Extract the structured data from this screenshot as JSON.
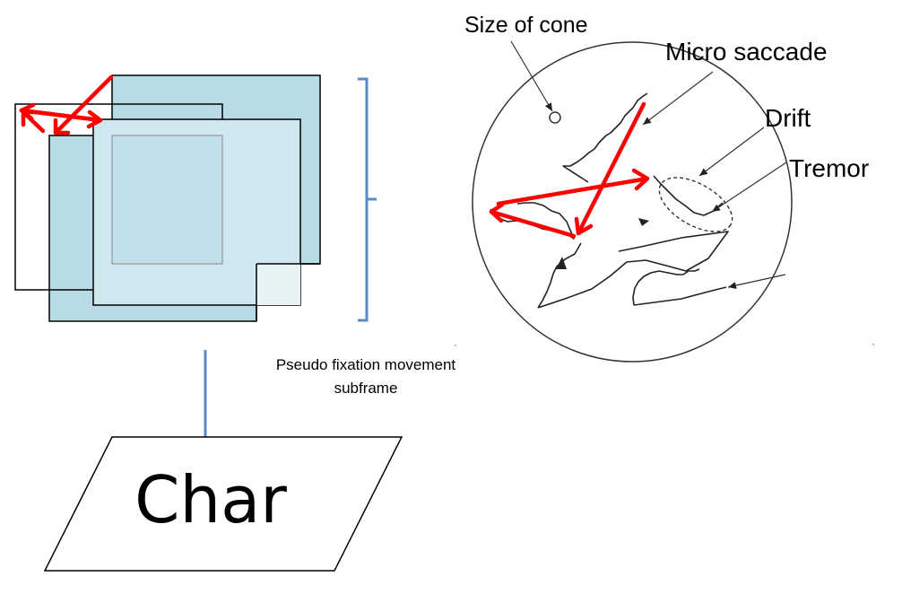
{
  "labels": {
    "size_of_cone": "Size of cone",
    "micro_saccade": "Micro saccade",
    "drift": "Drift",
    "tremor": "Tremor",
    "caption_line1": "Pseudo fixation movement",
    "caption_line2": "subframe",
    "output": "Char"
  },
  "colors": {
    "frame_fill": "#b8dce6",
    "frame_fill_light": "#cfe7ee",
    "frame_fill_lighter": "#e8f3f6",
    "frame_stroke": "#000000",
    "movement_arrow": "#ff0000",
    "flow_arrow": "#5b8bc4",
    "brace": "#5b8bc4",
    "outline": "#222222"
  }
}
